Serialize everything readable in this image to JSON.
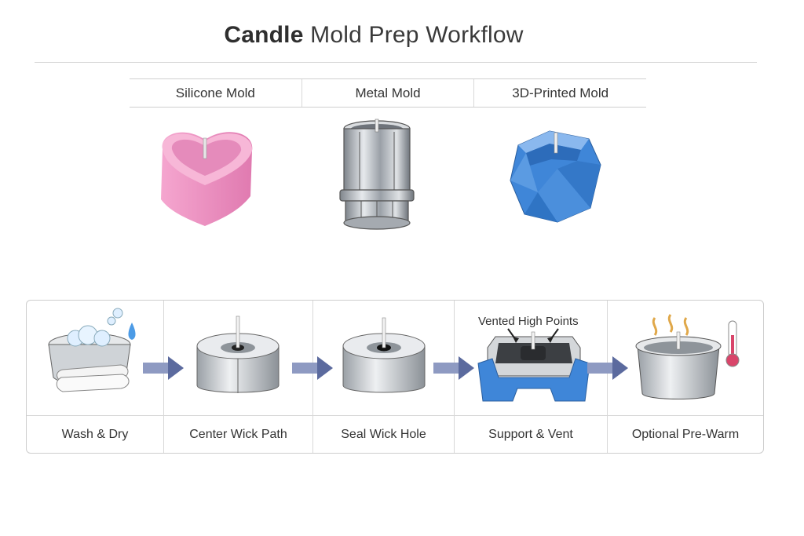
{
  "title": {
    "bold": "Candle",
    "rest": " Mold Prep Workflow"
  },
  "molds": [
    {
      "label": "Silicone Mold"
    },
    {
      "label": "Metal Mold"
    },
    {
      "label": "3D-Printed Mold"
    }
  ],
  "steps": [
    {
      "label": "Wash & Dry"
    },
    {
      "label": "Center Wick Path"
    },
    {
      "label": "Seal Wick Hole"
    },
    {
      "label": "Support & Vent"
    },
    {
      "label": "Optional Pre-Warm"
    }
  ],
  "callout": "Vented High Points",
  "colors": {
    "silicone": "#ef8fc0",
    "metal": "#b9bec4",
    "printed": "#3f86d8",
    "arrow": "#5b6a9e",
    "steam": "#e0a84a",
    "thermo": "#d9456a"
  }
}
